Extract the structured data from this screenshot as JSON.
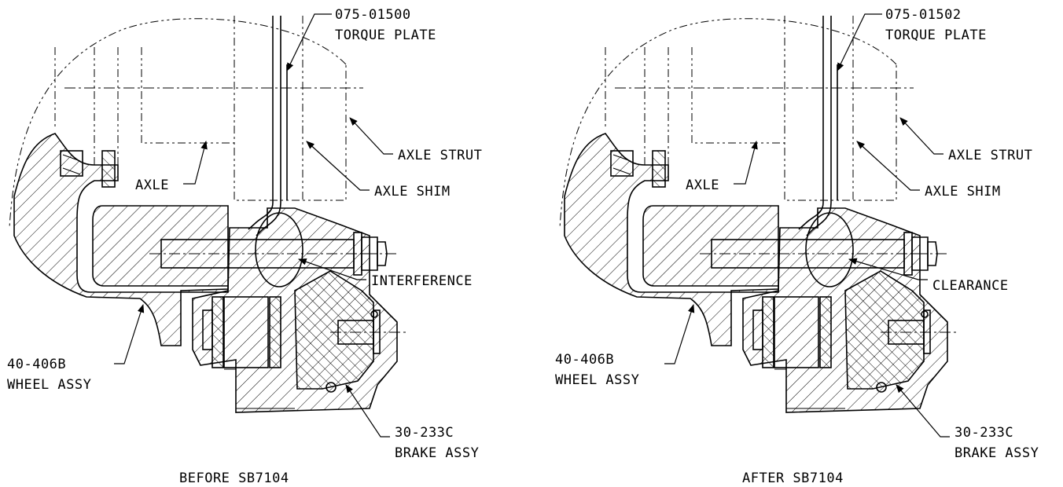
{
  "views": [
    {
      "caption": "BEFORE SB7104",
      "torque_plate_part": "075-01500",
      "torque_plate_name": "TORQUE PLATE",
      "axle_strut": "AXLE STRUT",
      "axle": "AXLE",
      "axle_shim": "AXLE SHIM",
      "fit_note": "INTERFERENCE",
      "wheel_part": "40-406B",
      "wheel_name": "WHEEL ASSY",
      "brake_part": "30-233C",
      "brake_name": "BRAKE ASSY"
    },
    {
      "caption": "AFTER SB7104",
      "torque_plate_part": "075-01502",
      "torque_plate_name": "TORQUE PLATE",
      "axle_strut": "AXLE STRUT",
      "axle": "AXLE",
      "axle_shim": "AXLE SHIM",
      "fit_note": "CLEARANCE",
      "wheel_part": "40-406B",
      "wheel_name": "WHEEL ASSY",
      "brake_part": "30-233C",
      "brake_name": "BRAKE ASSY"
    }
  ]
}
